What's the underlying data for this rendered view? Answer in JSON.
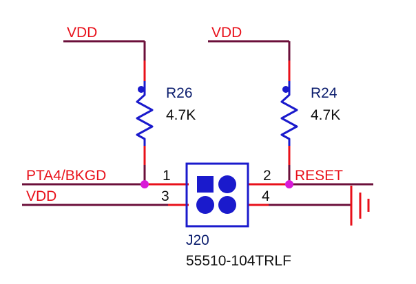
{
  "nets": {
    "vdd_left": "VDD",
    "vdd_right": "VDD",
    "pta4": "PTA4/BKGD",
    "vdd_bottom": "VDD",
    "reset": "RESET"
  },
  "resistors": {
    "r26": {
      "ref": "R26",
      "value": "4.7K"
    },
    "r24": {
      "ref": "R24",
      "value": "4.7K"
    }
  },
  "connector": {
    "ref": "J20",
    "part": "55510-104TRLF",
    "pins": [
      "1",
      "2",
      "3",
      "4"
    ]
  },
  "colors": {
    "wire": "#e8101a",
    "bus": "#6b0f3a",
    "component": "#1a1acc",
    "junction": "#d81ad8",
    "label_red": "#e8101a",
    "label_dark": "#111111",
    "label_navy": "#0c1e6e"
  }
}
